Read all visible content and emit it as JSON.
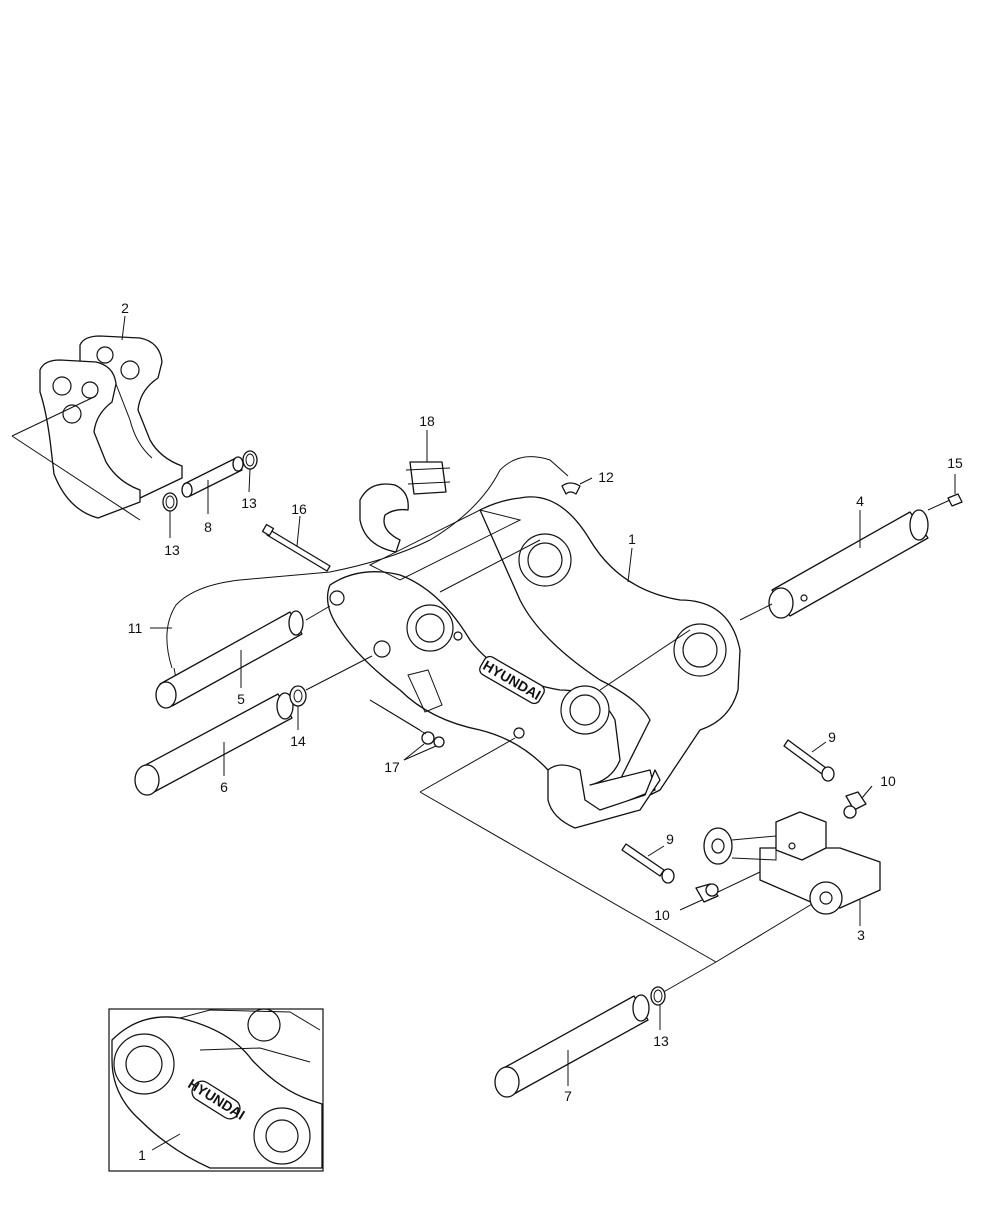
{
  "diagram": {
    "brand_text": "HYUNDAI",
    "detail_brand_text": "HYUNDAI",
    "callouts": [
      {
        "id": "c2",
        "label": "2"
      },
      {
        "id": "c18",
        "label": "18"
      },
      {
        "id": "c12",
        "label": "12"
      },
      {
        "id": "c15",
        "label": "15"
      },
      {
        "id": "c4",
        "label": "4"
      },
      {
        "id": "c1",
        "label": "1"
      },
      {
        "id": "c16",
        "label": "16"
      },
      {
        "id": "c13a",
        "label": "13"
      },
      {
        "id": "c8",
        "label": "8"
      },
      {
        "id": "c13b",
        "label": "13"
      },
      {
        "id": "c11",
        "label": "11"
      },
      {
        "id": "c5",
        "label": "5"
      },
      {
        "id": "c14",
        "label": "14"
      },
      {
        "id": "c6",
        "label": "6"
      },
      {
        "id": "c17",
        "label": "17"
      },
      {
        "id": "c9a",
        "label": "9"
      },
      {
        "id": "c10a",
        "label": "10"
      },
      {
        "id": "c9b",
        "label": "9"
      },
      {
        "id": "c10b",
        "label": "10"
      },
      {
        "id": "c3",
        "label": "3"
      },
      {
        "id": "c13c",
        "label": "13"
      },
      {
        "id": "c7",
        "label": "7"
      },
      {
        "id": "cdetail1",
        "label": "1"
      }
    ]
  }
}
